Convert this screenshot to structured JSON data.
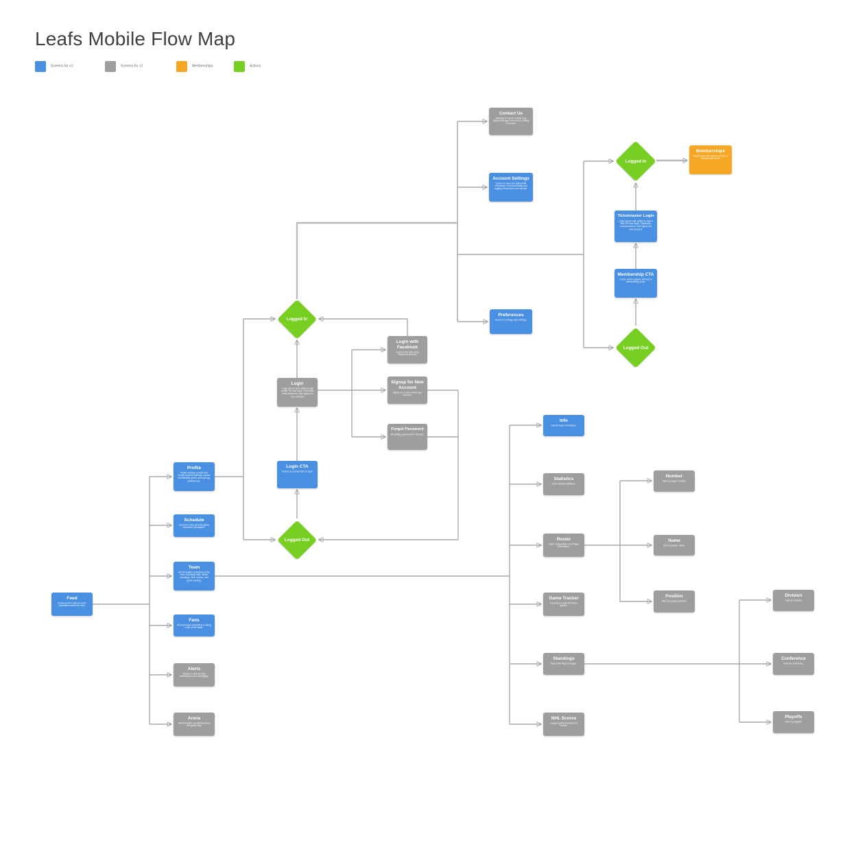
{
  "page": {
    "title": "Leafs Mobile Flow Map"
  },
  "legend": {
    "items": [
      {
        "label": "Screens for v1",
        "type": "v1",
        "color": "#4a90e2"
      },
      {
        "label": "Screens for v2",
        "type": "v2",
        "color": "#9e9e9e"
      },
      {
        "label": "Memberships",
        "type": "membership",
        "color": "#f5a623"
      },
      {
        "label": "Actions",
        "type": "action",
        "color": "#77d021"
      }
    ]
  },
  "colors": {
    "screens_v1": "#4a90e2",
    "screens_v2": "#9e9e9e",
    "memberships": "#f5a623",
    "actions": "#77d021",
    "connector": "#97999c",
    "arrowhead": "#1b1b1b",
    "title_text": "#3c4042"
  },
  "nodes": {
    "contact_us": {
      "type": "v2",
      "title": "Contact Us",
      "subtitle": "Allowing for fan to submit help request through a form or by calling a number."
    },
    "account_settings": {
      "type": "v1",
      "title": "Account Settings",
      "subtitle": "Screen to view and edit profile information. Account linking and logging off account here as well."
    },
    "preferences": {
      "type": "v1",
      "title": "Preferences",
      "subtitle": "Screen to change app settings."
    },
    "logged_in_top": {
      "type": "action",
      "title": "Logged In"
    },
    "memberships": {
      "type": "membership",
      "title": "Memberships",
      "subtitle": "Restaurant reservations and list of membership perks."
    },
    "ticketmaster_login": {
      "type": "v1",
      "title": "Ticketmaster Login",
      "subtitle": "Login screen with ability to sign in with TM user login, Facebook, reset password, and signup for new account."
    },
    "membership_cta": {
      "type": "v1",
      "title": "Membership CTA",
      "subtitle": "Call to action graphic with list of membership perks."
    },
    "logged_out_top": {
      "type": "action",
      "title": "Logged Out"
    },
    "logged_in_center": {
      "type": "action",
      "title": "Logged In"
    },
    "logged_out_center": {
      "type": "action",
      "title": "Logged Out"
    },
    "login_with_facebook": {
      "type": "v2",
      "title": "Login with Facebook",
      "subtitle": "Login to the app using Facebook account."
    },
    "signup_new_account": {
      "type": "v2",
      "title": "Signup for New Account",
      "subtitle": "Signup for a new mobile app account."
    },
    "forgot_password": {
      "type": "v2",
      "title": "Forgot Password",
      "subtitle": "Resetting password for account."
    },
    "login": {
      "type": "v2",
      "title": "Login",
      "subtitle": "Login screen with ability to sign in with TM user login, Facebook, reset password, and signup for new account."
    },
    "login_cta": {
      "type": "v1",
      "title": "Login CTA",
      "subtitle": "Screen to prompt fans to login."
    },
    "profile": {
      "type": "v1",
      "title": "Profile",
      "subtitle": "Profile Section to view and modify account settings, access membership perks and edit app preferences."
    },
    "schedule": {
      "type": "v1",
      "title": "Schedule",
      "subtitle": "Screen to view all team game schedule information."
    },
    "team": {
      "type": "v1",
      "title": "Team",
      "subtitle": "All information pertaining to the team including stats, roster, standings, NHL scores, and game tracking."
    },
    "fans": {
      "type": "v1",
      "title": "Fans",
      "subtitle": "All information pertaining to being a fan of the team."
    },
    "alerts": {
      "type": "v2",
      "title": "Alerts",
      "subtitle": "Screen to view all app notifications and messaging."
    },
    "arena": {
      "type": "v2",
      "title": "Arena",
      "subtitle": "All information pertaining arena and game day."
    },
    "feed": {
      "type": "v1",
      "title": "Feed",
      "subtitle": "Home screen with the most important content for fans."
    },
    "info": {
      "type": "v1",
      "title": "Info",
      "subtitle": "Overall team information."
    },
    "statistics": {
      "type": "v2",
      "title": "Statistics",
      "subtitle": "Team season statistics."
    },
    "roster": {
      "type": "v2",
      "title": "Roster",
      "subtitle": "Team composition and Player information."
    },
    "game_tracker": {
      "type": "v2",
      "title": "Game Tracker",
      "subtitle": "Tracking on past and future games."
    },
    "standings": {
      "type": "v2",
      "title": "Standings",
      "subtitle": "Team standings in league."
    },
    "nhl_scores": {
      "type": "v2",
      "title": "NHL Scores",
      "subtitle": "League game tracking and scores."
    },
    "number": {
      "type": "v2",
      "title": "Number",
      "subtitle": "View by player number."
    },
    "name": {
      "type": "v2",
      "title": "Name",
      "subtitle": "View by player name."
    },
    "position": {
      "type": "v2",
      "title": "Position",
      "subtitle": "View by playing position."
    },
    "division": {
      "type": "v2",
      "title": "Division",
      "subtitle": "View by division."
    },
    "conference": {
      "type": "v2",
      "title": "Conference",
      "subtitle": "View by conference."
    },
    "playoffs": {
      "type": "v2",
      "title": "Playoffs",
      "subtitle": "View by playoffs."
    }
  },
  "edges": [
    {
      "from": "feed",
      "to": "profile"
    },
    {
      "from": "feed",
      "to": "schedule"
    },
    {
      "from": "feed",
      "to": "team"
    },
    {
      "from": "feed",
      "to": "fans"
    },
    {
      "from": "feed",
      "to": "alerts"
    },
    {
      "from": "feed",
      "to": "arena"
    },
    {
      "from": "profile",
      "to": "logged_in_center"
    },
    {
      "from": "profile",
      "to": "logged_out_center"
    },
    {
      "from": "logged_out_center",
      "to": "login_cta"
    },
    {
      "from": "login_cta",
      "to": "login"
    },
    {
      "from": "login",
      "to": "logged_in_center"
    },
    {
      "from": "login",
      "to": "login_with_facebook"
    },
    {
      "from": "login",
      "to": "signup_new_account"
    },
    {
      "from": "login",
      "to": "forgot_password"
    },
    {
      "from": "login_with_facebook",
      "to": "logged_in_center"
    },
    {
      "from": "signup_new_account",
      "to": "logged_out_center"
    },
    {
      "from": "forgot_password",
      "to": "logged_out_center"
    },
    {
      "from": "logged_in_center",
      "to": "contact_us"
    },
    {
      "from": "logged_in_center",
      "to": "account_settings"
    },
    {
      "from": "logged_in_center",
      "to": "preferences"
    },
    {
      "from": "logged_in_center",
      "to": "logged_in_top"
    },
    {
      "from": "logged_in_center",
      "to": "logged_out_top"
    },
    {
      "from": "logged_out_top",
      "to": "membership_cta"
    },
    {
      "from": "membership_cta",
      "to": "ticketmaster_login"
    },
    {
      "from": "ticketmaster_login",
      "to": "logged_in_top"
    },
    {
      "from": "logged_in_top",
      "to": "memberships"
    },
    {
      "from": "team",
      "to": "info"
    },
    {
      "from": "team",
      "to": "statistics"
    },
    {
      "from": "team",
      "to": "roster"
    },
    {
      "from": "team",
      "to": "game_tracker"
    },
    {
      "from": "team",
      "to": "standings"
    },
    {
      "from": "team",
      "to": "nhl_scores"
    },
    {
      "from": "roster",
      "to": "number"
    },
    {
      "from": "roster",
      "to": "name"
    },
    {
      "from": "roster",
      "to": "position"
    },
    {
      "from": "standings",
      "to": "division"
    },
    {
      "from": "standings",
      "to": "conference"
    },
    {
      "from": "standings",
      "to": "playoffs"
    }
  ]
}
